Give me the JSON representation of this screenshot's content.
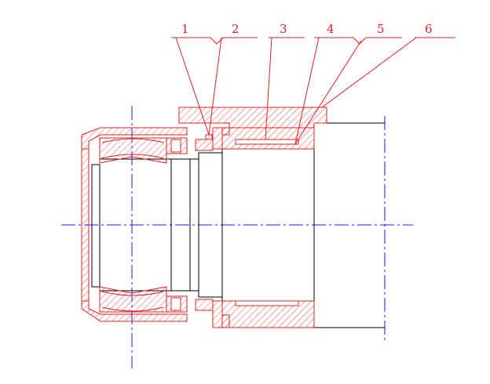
{
  "labels": [
    {
      "text": "1"
    },
    {
      "text": "2"
    },
    {
      "text": "3"
    },
    {
      "text": "4"
    },
    {
      "text": "5"
    },
    {
      "text": "6"
    }
  ],
  "colors": {
    "section": "#e02020",
    "hatch": "#e02020",
    "outline": "#000000",
    "centerline": "#1a1aff",
    "label": "#e02020"
  }
}
